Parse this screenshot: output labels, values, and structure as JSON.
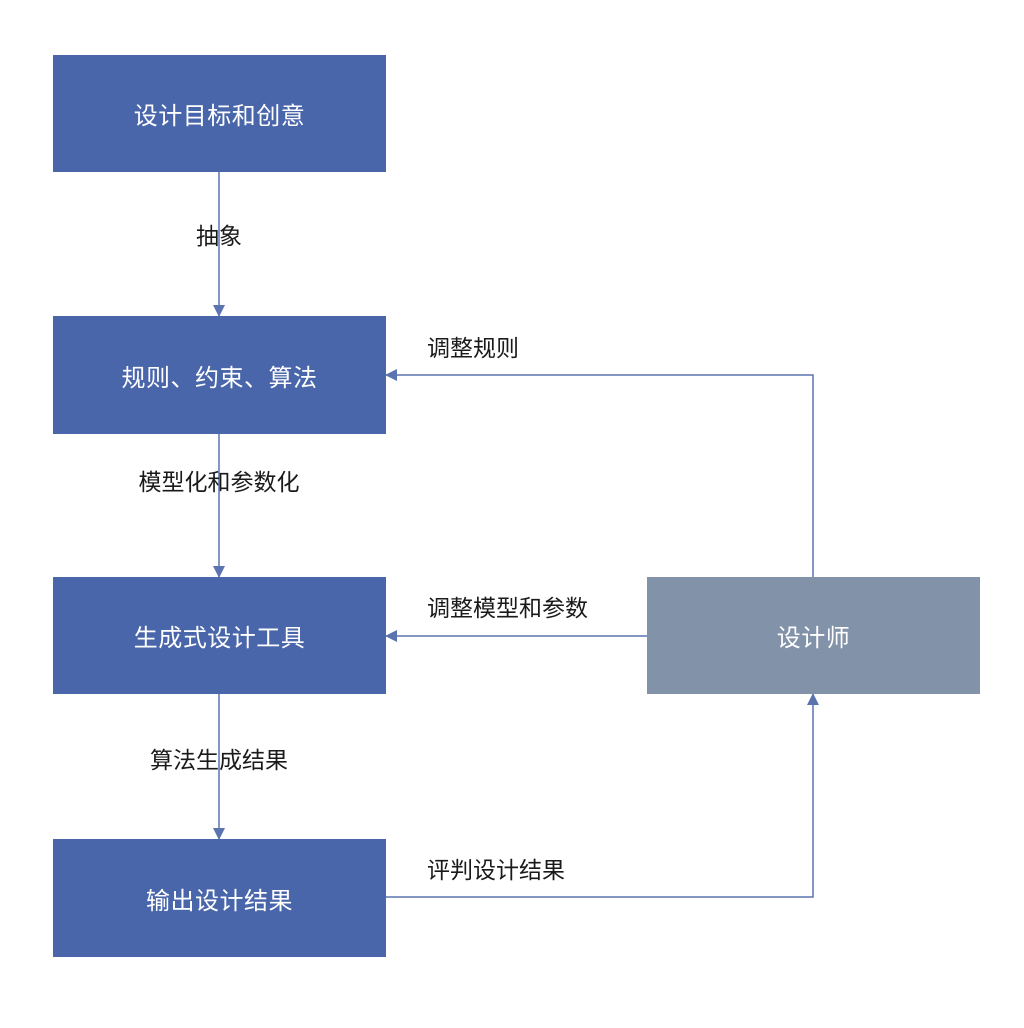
{
  "nodes": {
    "goal": "设计目标和创意",
    "rules": "规则、约束、算法",
    "tool": "生成式设计工具",
    "output": "输出设计结果",
    "designer": "设计师"
  },
  "edges": {
    "abstract": "抽象",
    "modeling": "模型化和参数化",
    "generate": "算法生成结果",
    "adjust_rules": "调整规则",
    "adjust_model": "调整模型和参数",
    "evaluate": "评判设计结果"
  },
  "colors": {
    "box_primary": "#4a66ab",
    "box_designer": "#8192a9",
    "connector": "#5b74b0"
  }
}
